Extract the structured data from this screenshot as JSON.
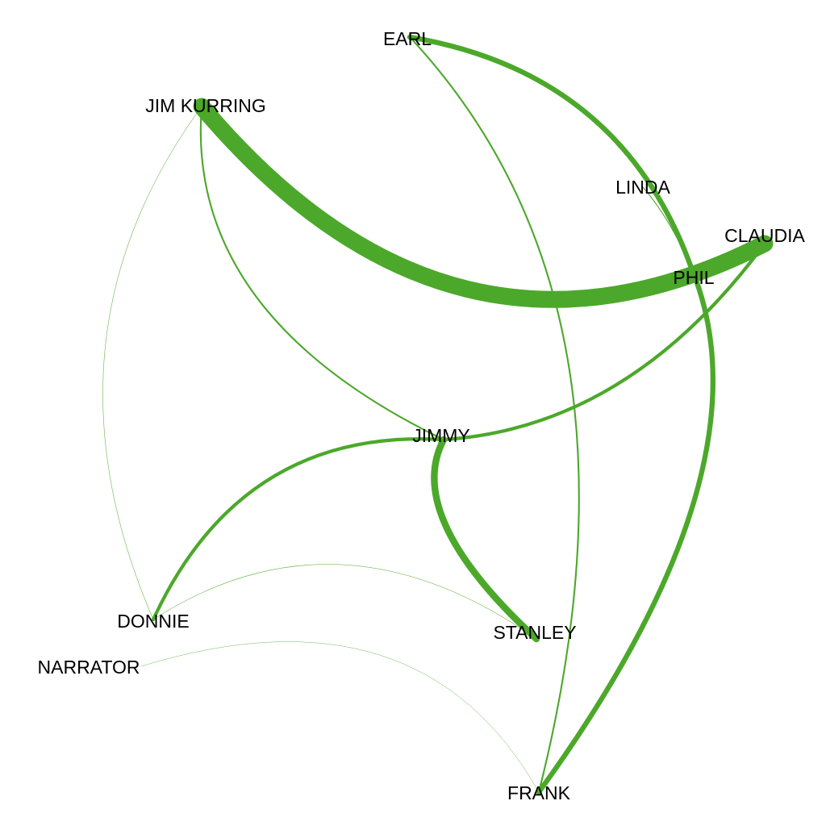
{
  "graph": {
    "edge_color": "#4ca82a",
    "label_color": "#000000",
    "nodes": [
      {
        "id": "earl",
        "label": "EARL"
      },
      {
        "id": "jim_kurring",
        "label": "JIM KURRING"
      },
      {
        "id": "linda",
        "label": "LINDA"
      },
      {
        "id": "claudia",
        "label": "CLAUDIA"
      },
      {
        "id": "phil",
        "label": "PHIL"
      },
      {
        "id": "jimmy",
        "label": "JIMMY"
      },
      {
        "id": "donnie",
        "label": "DONNIE"
      },
      {
        "id": "stanley",
        "label": "STANLEY"
      },
      {
        "id": "narrator",
        "label": "NARRATOR"
      },
      {
        "id": "frank",
        "label": "FRANK"
      }
    ],
    "edges": [
      {
        "source": "jim_kurring",
        "target": "claudia",
        "weight": 10
      },
      {
        "source": "earl",
        "target": "phil",
        "weight": 3
      },
      {
        "source": "phil",
        "target": "frank",
        "weight": 3
      },
      {
        "source": "jimmy",
        "target": "stanley",
        "weight": 4
      },
      {
        "source": "jimmy",
        "target": "claudia",
        "weight": 2
      },
      {
        "source": "jimmy",
        "target": "donnie",
        "weight": 2
      },
      {
        "source": "jim_kurring",
        "target": "jimmy",
        "weight": 1
      },
      {
        "source": "earl",
        "target": "frank",
        "weight": 1
      },
      {
        "source": "linda",
        "target": "phil",
        "weight": 0.5
      },
      {
        "source": "jim_kurring",
        "target": "donnie",
        "weight": 0.3
      },
      {
        "source": "donnie",
        "target": "stanley",
        "weight": 0.3
      },
      {
        "source": "narrator",
        "target": "frank",
        "weight": 0.15
      }
    ]
  }
}
